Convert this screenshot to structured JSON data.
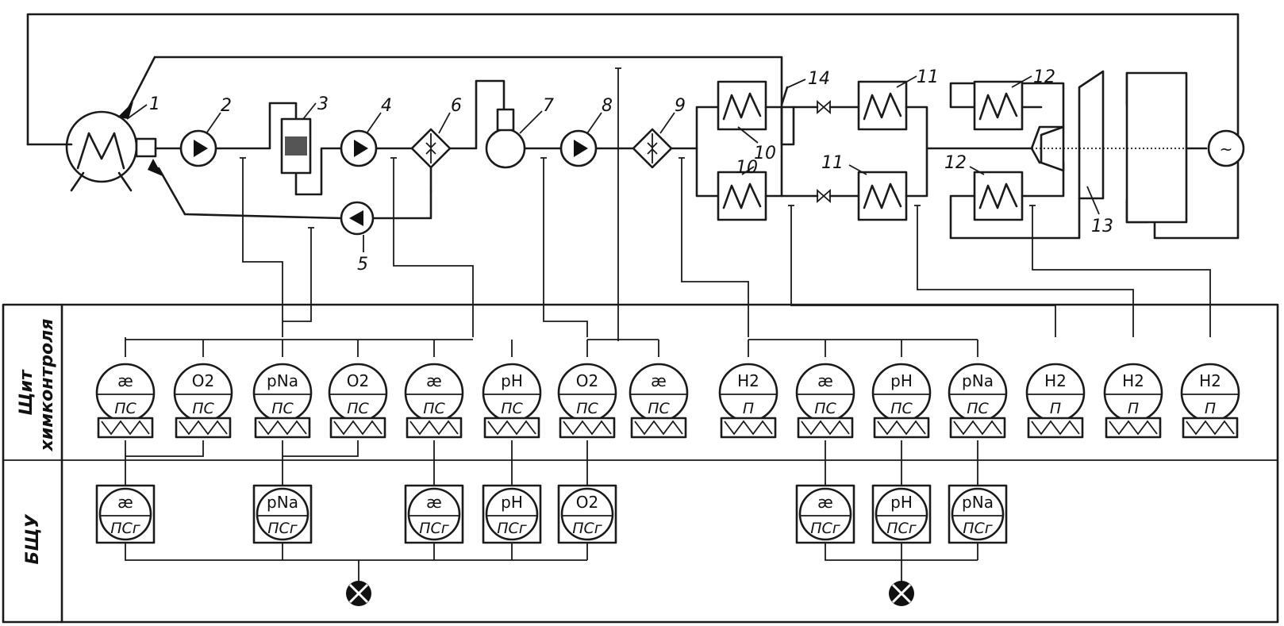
{
  "component_labels": [
    "1",
    "2",
    "3",
    "4",
    "5",
    "6",
    "7",
    "8",
    "9",
    "10",
    "10",
    "11",
    "11",
    "12",
    "12",
    "13",
    "14"
  ],
  "panel_labels": {
    "chem_panel_line1": "Щит",
    "chem_panel_line2": "химконтроля",
    "control_room": "БЩУ"
  },
  "chem_panel_instruments": [
    {
      "top": "æ",
      "bottom": "ПС"
    },
    {
      "top": "O2",
      "bottom": "ПС"
    },
    {
      "top": "pNa",
      "bottom": "ПС"
    },
    {
      "top": "O2",
      "bottom": "ПС"
    },
    {
      "top": "æ",
      "bottom": "ПС"
    },
    {
      "top": "pH",
      "bottom": "ПС"
    },
    {
      "top": "O2",
      "bottom": "ПС"
    },
    {
      "top": "æ",
      "bottom": "ПС"
    },
    {
      "top": "H2",
      "bottom": "П"
    },
    {
      "top": "æ",
      "bottom": "ПС"
    },
    {
      "top": "pH",
      "bottom": "ПС"
    },
    {
      "top": "pNa",
      "bottom": "ПС"
    },
    {
      "top": "H2",
      "bottom": "П"
    },
    {
      "top": "H2",
      "bottom": "П"
    },
    {
      "top": "H2",
      "bottom": "П"
    }
  ],
  "control_room_instruments": [
    {
      "top": "æ",
      "bottom": "ПСг"
    },
    {
      "top": "pNa",
      "bottom": "ПСг"
    },
    {
      "top": "æ",
      "bottom": "ПСг"
    },
    {
      "top": "pH",
      "bottom": "ПСг"
    },
    {
      "top": "O2",
      "bottom": "ПСг"
    },
    {
      "top": "æ",
      "bottom": "ПСг"
    },
    {
      "top": "pH",
      "bottom": "ПСг"
    },
    {
      "top": "pNa",
      "bottom": "ПСг"
    }
  ],
  "generator_symbol": "~"
}
